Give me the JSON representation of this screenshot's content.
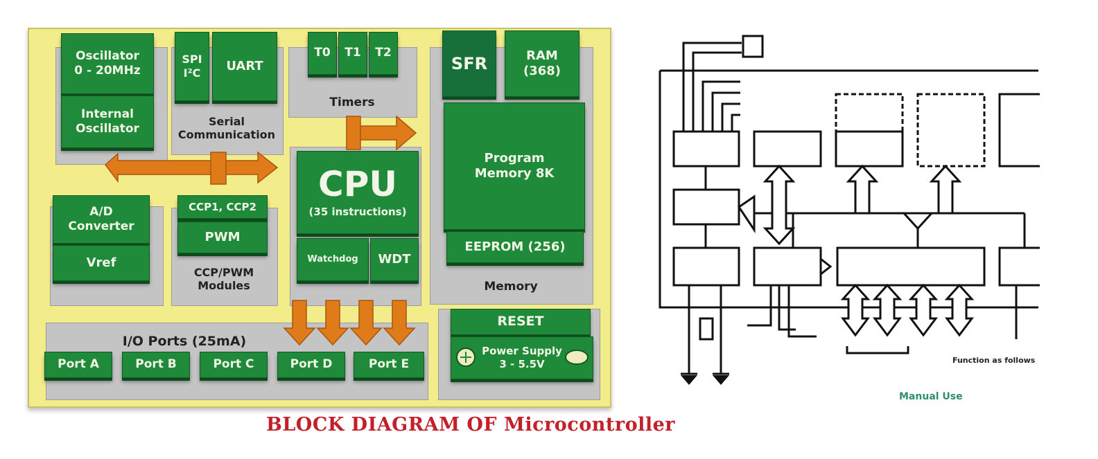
{
  "left": {
    "blocks": {
      "oscillator": "Oscillator\n0 - 20MHz",
      "internal_osc": "Internal\nOscillator",
      "spi": "SPI\nI²C",
      "uart": "UART",
      "t0": "T0",
      "t1": "T1",
      "t2": "T2",
      "sfr": "SFR",
      "ram": "RAM\n(368)",
      "program_memory": "Program\nMemory 8K",
      "cpu": "CPU",
      "cpu_sub": "(35 instructions)",
      "watchdog": "Watchdog",
      "wdt": "WDT",
      "eeprom": "EEPROM (256)",
      "ad": "A/D\nConverter",
      "vref": "Vref",
      "ccp": "CCP1, CCP2",
      "pwm": "PWM",
      "reset": "RESET",
      "power": "Power Supply\n3 - 5.5V",
      "port_a": "Port A",
      "port_b": "Port B",
      "port_c": "Port C",
      "port_d": "Port D",
      "port_e": "Port E"
    },
    "zones": {
      "timers": "Timers",
      "serial": "Serial\nCommunication",
      "ccp_pwm": "CCP/PWM\nModules",
      "memory": "Memory",
      "io_ports": "I/O Ports (25mA)"
    },
    "caption": "BLOCK DIAGRAM OF Microcontroller",
    "colors": {
      "board": "#f3ec8a",
      "block": "#1f8a3a",
      "zone": "#c4c4c4",
      "arrow": "#e07b1a",
      "caption": "#c4202a"
    }
  },
  "right": {
    "footnote": "Manual Use",
    "bottom_note": "Function as follows"
  }
}
